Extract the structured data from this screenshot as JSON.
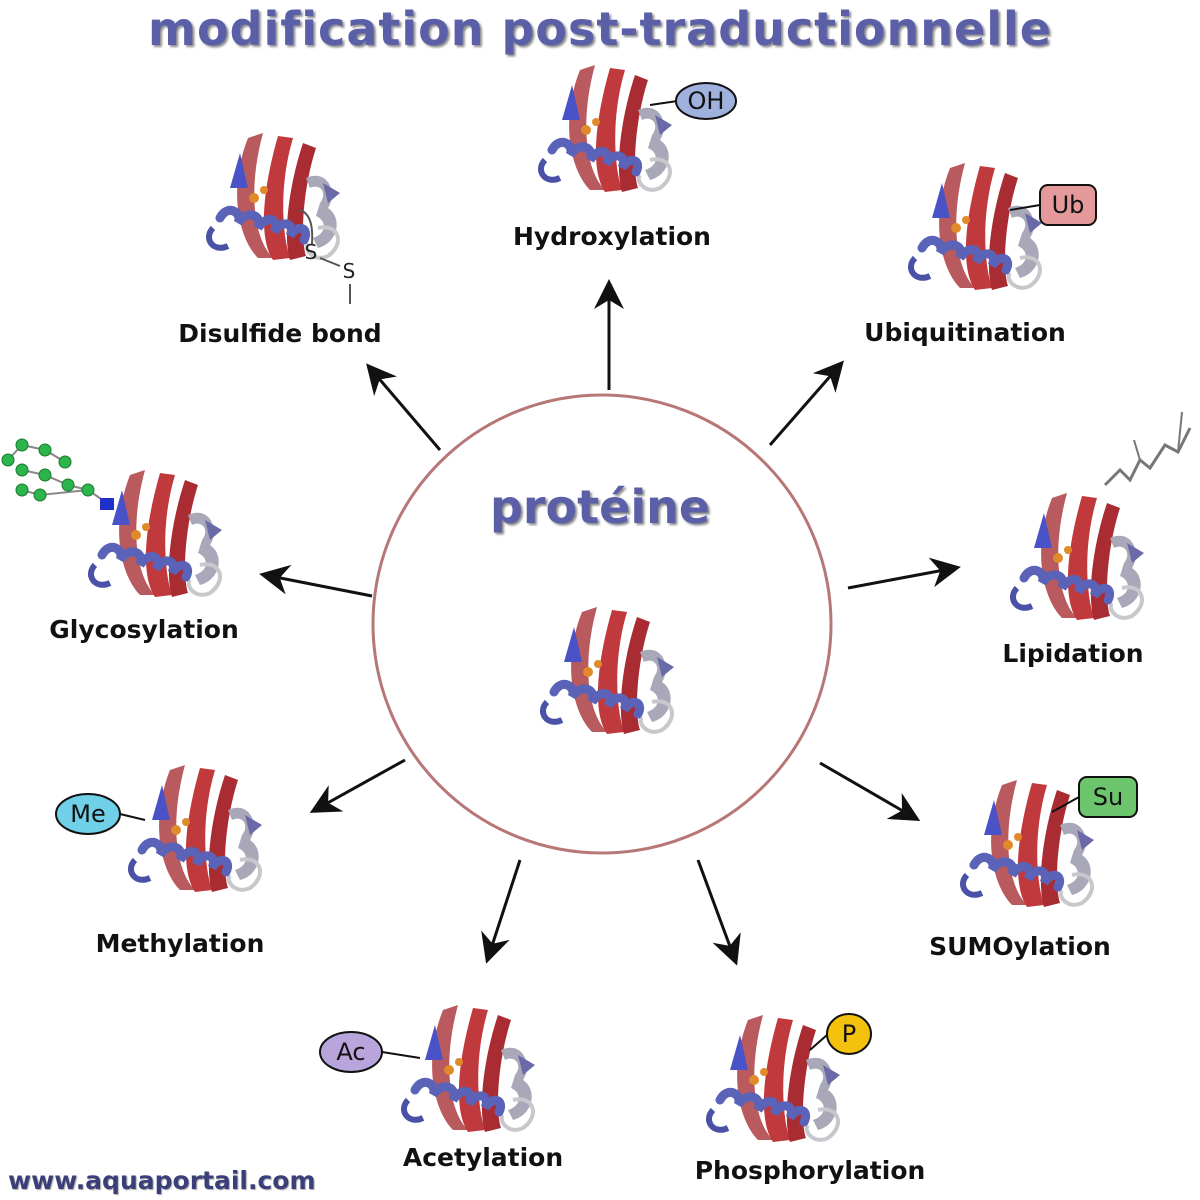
{
  "title": "modification post-traductionnelle",
  "center": {
    "label": "protéine"
  },
  "modifications": [
    {
      "name": "Hydroxylation",
      "tag": "OH",
      "tag_color": "#9fb1dd"
    },
    {
      "name": "Ubiquitination",
      "tag": "Ub",
      "tag_color": "#e49a9a"
    },
    {
      "name": "Lipidation",
      "tag": "",
      "tag_color": ""
    },
    {
      "name": "SUMOylation",
      "tag": "Su",
      "tag_color": "#6cc46c"
    },
    {
      "name": "Phosphorylation",
      "tag": "P",
      "tag_color": "#f4c20d"
    },
    {
      "name": "Acetylation",
      "tag": "Ac",
      "tag_color": "#b9a5db"
    },
    {
      "name": "Methylation",
      "tag": "Me",
      "tag_color": "#6fd0e8"
    },
    {
      "name": "Glycosylation",
      "tag": "",
      "tag_color": ""
    },
    {
      "name": "Disulfide bond",
      "tag": "S",
      "tag_color": ""
    }
  ],
  "colors": {
    "title": "#5a5fa8",
    "circle_border": "#b77777",
    "helix": "#5a63b8",
    "sheet": "#c0393d",
    "coil": "#b0b0b8"
  },
  "icons": {
    "protein": "protein-ribbon-icon",
    "arrow": "arrow-icon"
  },
  "watermark": "www.aquaportail.com"
}
